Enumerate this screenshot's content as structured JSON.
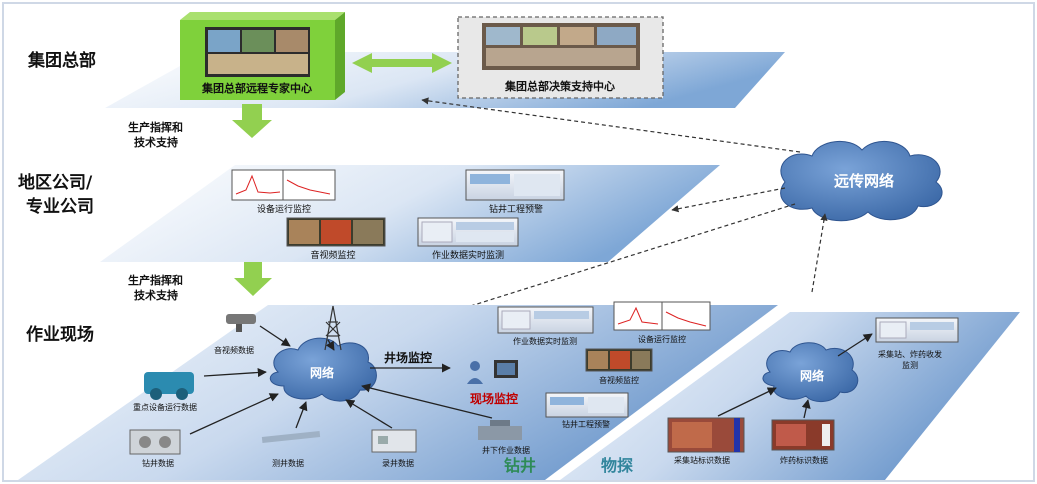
{
  "levels": {
    "hq": "集团总部",
    "regional_line1": "地区公司/",
    "regional_line2": "专业公司",
    "field": "作业现场"
  },
  "hq_panel": {
    "remote_expert_center": "集团总部远程专家中心",
    "decision_support_center": "集团总部决策支持中心"
  },
  "flows": {
    "command_line1": "生产指挥和",
    "command_line2": "技术支持",
    "command2_line1": "生产指挥和",
    "command2_line2": "技术支持"
  },
  "remote_network": "远传网络",
  "regional_panel": {
    "equipment_monitor": "设备运行监控",
    "drilling_warning": "钻井工程预警",
    "av_monitor": "音视频监控",
    "realtime_data": "作业数据实时监测"
  },
  "drilling_panel": {
    "network": "网络",
    "wellsite_monitor": "井场监控",
    "site_monitor": "现场监控",
    "av_data": "音视频数据",
    "key_equipment_data": "重点设备运行数据",
    "drilling_data": "钻井数据",
    "logging_data": "测井数据",
    "recording_data": "录井数据",
    "downhole_data": "井下作业数据",
    "realtime_data": "作业数据实时监测",
    "equipment_monitor": "设备运行监控",
    "av_monitor": "音视频监控",
    "drilling_warning": "钻井工程预警",
    "label": "钻井"
  },
  "exploration_panel": {
    "network": "网络",
    "label": "物探",
    "station_explosive": "采集站、炸药收发",
    "station_explosive2": "监测",
    "station_tag": "采集站标识数据",
    "explosive_tag": "炸药标识数据"
  },
  "colors": {
    "plane_top": "#7ea7d6",
    "plane_light": "#eef3fa",
    "cloud": "#4d79b4",
    "hq_green": "#7fd13b",
    "arrow_green": "#92d050",
    "drill_label": "#2e8b57",
    "explore_label": "#31859c",
    "site_monitor_red": "#c00000"
  }
}
